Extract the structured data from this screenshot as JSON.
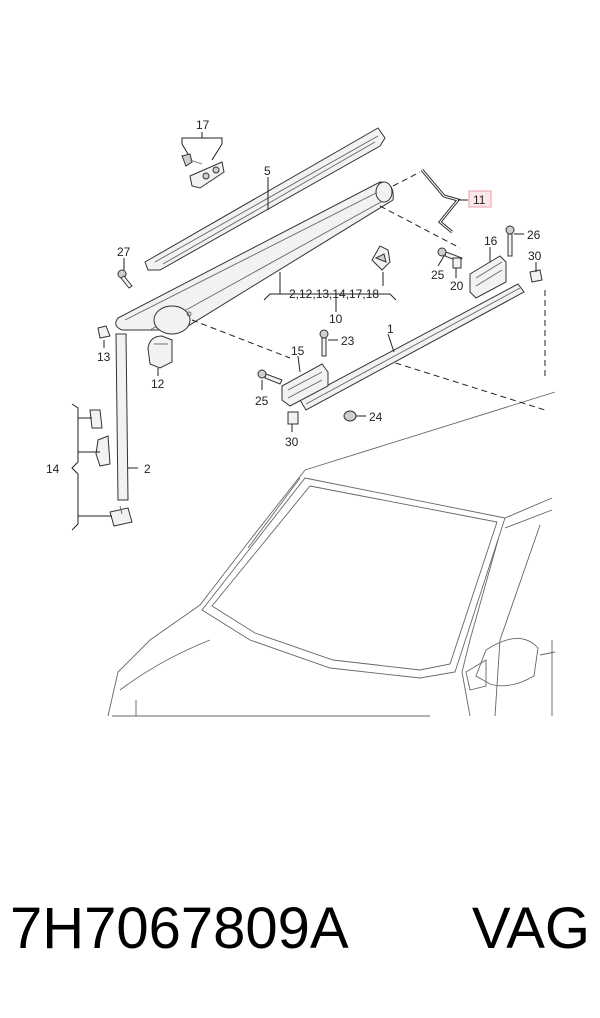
{
  "callouts": {
    "c17": "17",
    "c5": "5",
    "c11": "11",
    "c27": "27",
    "c16": "16",
    "c26": "26",
    "c25a": "25",
    "c20": "20",
    "c30a": "30",
    "c10list": "2,12,13,14,17,18",
    "c10": "10",
    "c1": "1",
    "c13": "13",
    "c23": "23",
    "c15": "15",
    "c12": "12",
    "c25b": "25",
    "c24": "24",
    "c30b": "30",
    "c14": "14",
    "c2": "2"
  },
  "highlighted_callout": "11",
  "highlight_color": "#e8a0a8",
  "footer": {
    "part_number": "7H7067809A",
    "brand": "VAG"
  }
}
